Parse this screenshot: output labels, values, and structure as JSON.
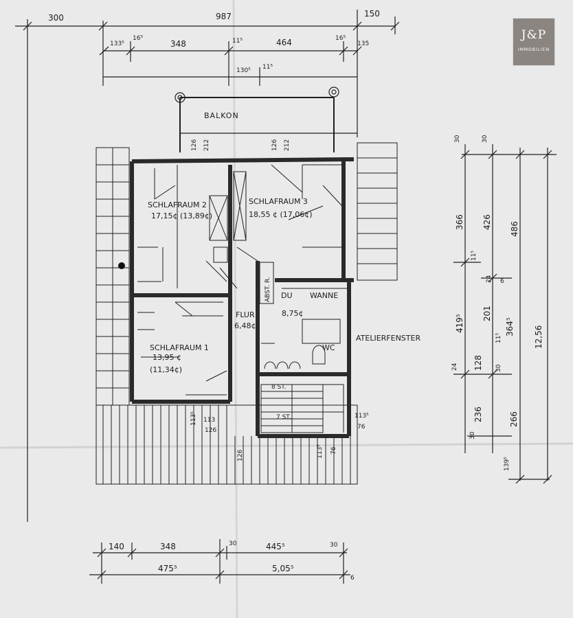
{
  "logo": {
    "mark": "J&P",
    "sub": "IMMOBILIEN"
  },
  "top_dims": {
    "d300": "300",
    "d987": "987",
    "d150": "150",
    "d133": "133⁵",
    "d165": "16⁵",
    "d348": "348",
    "d115a": "11⁵",
    "d464": "464",
    "d165b": "16⁵",
    "d135": "135",
    "d1305": "130⁵",
    "d115b": "11⁵"
  },
  "balcony": {
    "label": "BALKON",
    "d126": "126",
    "d212a": "212",
    "d126b": "126",
    "d212b": "212"
  },
  "rooms": {
    "schlafraum2": {
      "name": "SCHLAFRAUM 2",
      "area": "17,15¢ (13,89¢)"
    },
    "schlafraum3": {
      "name": "SCHLAFRAUM 3",
      "area": "18,55 ¢ (17,06¢)"
    },
    "flur": {
      "name": "FLUR",
      "area": "6,48¢"
    },
    "bad": {
      "du": "DU",
      "wanne": "WANNE",
      "area": "8,75¢",
      "wc": "WC"
    },
    "abstell": "ABST. R.",
    "schlafraum1": {
      "name": "SCHLAFRAUM 1",
      "area1": "13,95 ¢",
      "area2": "(11,34¢)"
    },
    "stairs": {
      "s8": "8 ST.",
      "s7": "7 ST."
    }
  },
  "annotations": {
    "atelierfenster": "ATELIERFENSTER",
    "d1135": "113⁵",
    "d76": "76",
    "d1135b": "113⁵",
    "d113": "113",
    "d126s": "126",
    "d126c": "126",
    "d1135c": "113⁵",
    "d76b": "76"
  },
  "right_dims": {
    "d30a": "30",
    "d30b": "30",
    "d366": "366",
    "d426": "426",
    "d486": "486",
    "d115": "11⁵",
    "d24a": "24",
    "d6": "6",
    "d4195": "419⁵",
    "d201": "201",
    "d115c": "11⁵",
    "d3645": "364⁵",
    "d1256": "12,56",
    "d24b": "24",
    "d128": "128",
    "d30c": "30",
    "d236": "236",
    "d30d": "30",
    "d266": "266",
    "d1395": "139⁵"
  },
  "bottom_dims": {
    "d140": "140",
    "d348": "348",
    "d30": "30",
    "d4455": "445⁵",
    "d30b": "30",
    "d4755": "475⁵",
    "d5055": "5,05⁵",
    "d6": "6"
  }
}
